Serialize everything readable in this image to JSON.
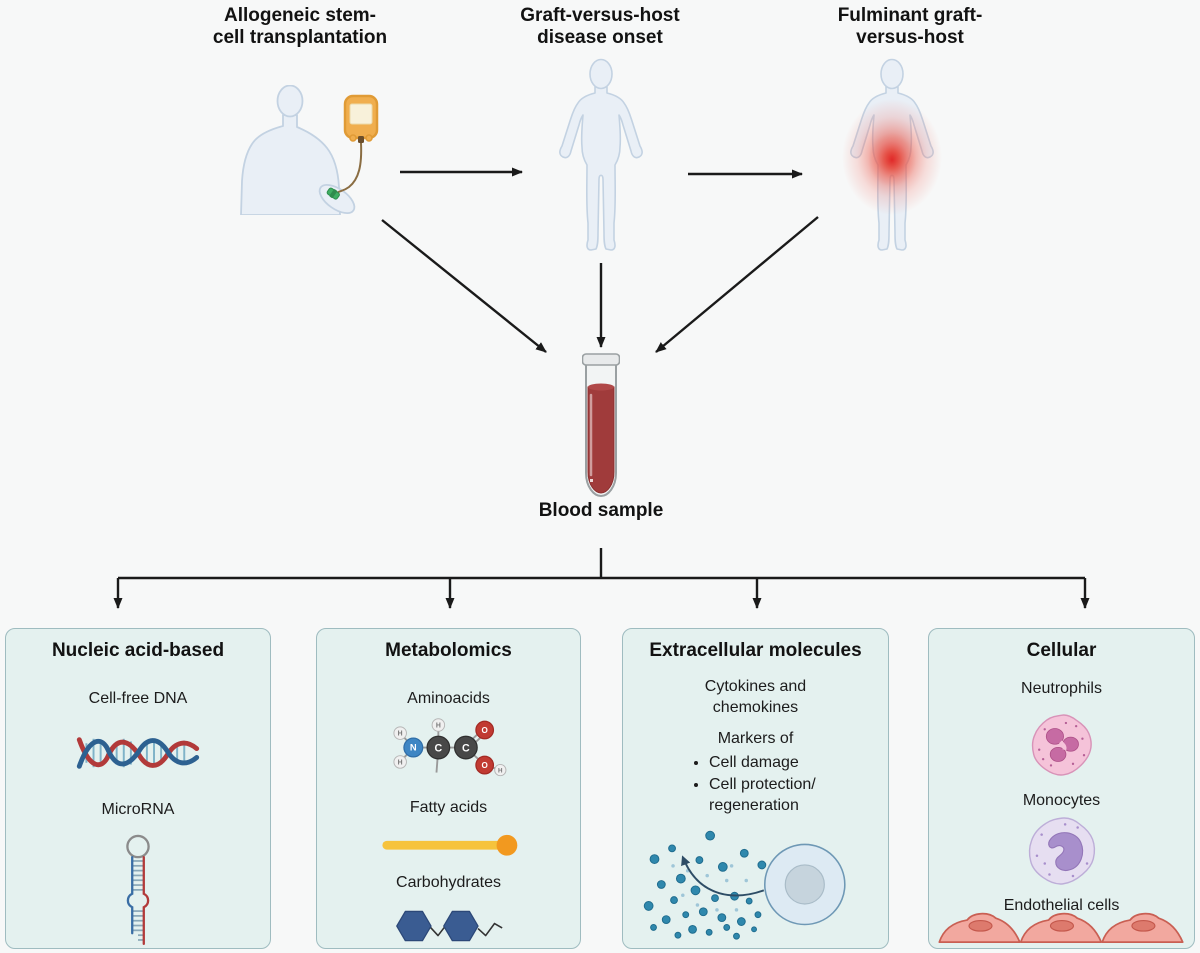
{
  "figure": {
    "stages": [
      {
        "label": "Allogeneic stem-\ncell transplantation",
        "icon": "patient-receiving-infusion-icon"
      },
      {
        "label": "Graft-versus-host\ndisease onset",
        "icon": "human-body-icon"
      },
      {
        "label": "Fulminant graft-\nversus-host",
        "icon": "human-body-inflamed-icon"
      }
    ],
    "blood_sample_label": "Blood sample"
  },
  "panels": [
    {
      "title": "Nucleic acid-based",
      "items": [
        {
          "label": "Cell-free DNA",
          "icon": "dna-double-helix-icon"
        },
        {
          "label": "MicroRNA",
          "icon": "microrna-hairpin-icon"
        }
      ]
    },
    {
      "title": "Metabolomics",
      "items": [
        {
          "label": "Aminoacids",
          "icon": "amino-acid-molecule-icon"
        },
        {
          "label": "Fatty acids",
          "icon": "fatty-acid-chain-icon"
        },
        {
          "label": "Carbohydrates",
          "icon": "carbohydrate-rings-icon"
        }
      ]
    },
    {
      "title": "Extracellular molecules",
      "items": [
        {
          "label": "Cytokines and\nchemokines"
        },
        {
          "label": "Markers of",
          "bullets": [
            "Cell damage",
            "Cell protection/\nregeneration"
          ]
        },
        {
          "icon": "cytokine-secreting-cell-icon"
        }
      ]
    },
    {
      "title": "Cellular",
      "items": [
        {
          "label": "Neutrophils",
          "icon": "neutrophil-cell-icon"
        },
        {
          "label": "Monocytes",
          "icon": "monocyte-cell-icon"
        },
        {
          "label": "Endothelial cells",
          "icon": "endothelial-cells-icon"
        }
      ]
    }
  ],
  "colors": {
    "page_background": "#f7f8f8",
    "panel_background": "#e4f1ef",
    "panel_border": "#9fbcc0",
    "arrow_black": "#1a1a1a",
    "blood_red": "#a03b3b",
    "inflammation_red": "#e02626",
    "silhouette_fill": "#e9eff6",
    "silhouette_outline": "#c3d2e2",
    "iv_bag_orange": "#e09b36",
    "dna_blue": "#2d6191",
    "dna_red": "#b23a3a",
    "fatty_acid_yellow": "#f6c33c",
    "fatty_acid_orange": "#f2991f",
    "carbohydrate_blue": "#3a5c92",
    "cytokine_dot_blue": "#2f88ad",
    "neutrophil_pink": "#f5c3d9",
    "monocyte_purple": "#a88fcc",
    "endothelial_salmon": "#f2a89f"
  }
}
